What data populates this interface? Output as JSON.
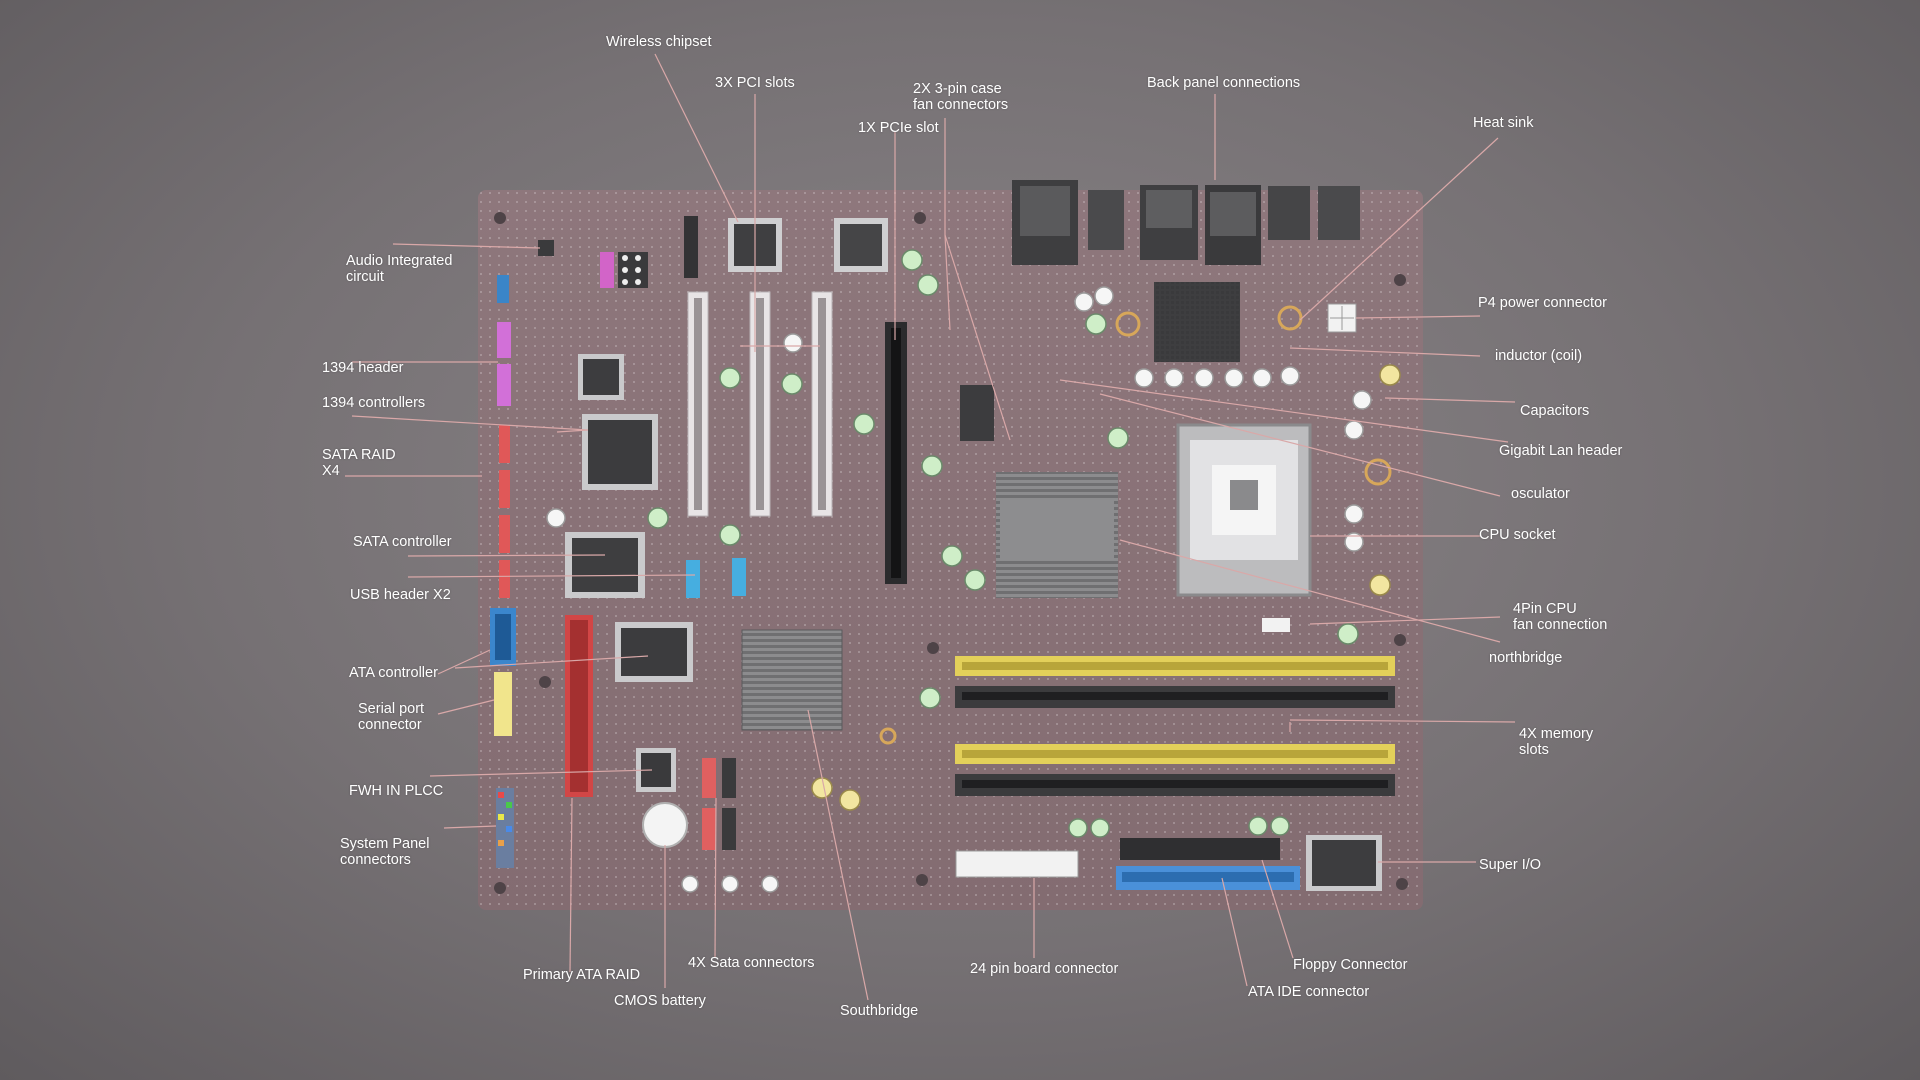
{
  "colors": {
    "background": "#767174",
    "board": "#8a7378",
    "leader_line": "#d9a8a8",
    "label_text": "#ffffff",
    "memory_slot_yellow": "#e3d05a",
    "memory_slot_black": "#3b3b3d",
    "capacitor_green": "#c8f0c0",
    "sata_red": "#e06060",
    "ide_blue": "#4a90d9",
    "primary_ata_red": "#d24a4a"
  },
  "labels": {
    "wireless_chipset": "Wireless chipset",
    "pci_slots": "3X PCI slots",
    "case_fan": "2X   3-pin case\nfan connectors",
    "pcie_slot": "1X PCIe slot",
    "back_panel": "Back panel connections",
    "heat_sink": "Heat sink",
    "audio_ic": "Audio Integrated\ncircuit",
    "p4_power": "P4 power connector",
    "inductor": "inductor (coil)",
    "header_1394": "1394 header",
    "capacitors": "Capacitors",
    "controllers_1394": "1394 controllers",
    "gigabit_lan": "Gigabit Lan header",
    "sata_raid": "SATA RAID\nX4",
    "osculator": "osculator",
    "cpu_socket": "CPU socket",
    "sata_controller": "SATA controller",
    "usb_header": "USB header X2",
    "cpu_fan": "4Pin  CPU\nfan connection",
    "northbridge": "northbridge",
    "ata_controller": "ATA controller",
    "serial_port": "Serial port\nconnector",
    "memory_slots": "4X  memory\nslots",
    "fwh": "FWH IN PLCC",
    "system_panel": "System Panel\nconnectors",
    "super_io": "Super I/O",
    "primary_ata_raid": "Primary ATA RAID",
    "sata_connectors": "4X Sata connectors",
    "board_connector": "24 pin board connector",
    "floppy": "Floppy Connector",
    "cmos_battery": "CMOS battery",
    "ata_ide": "ATA IDE connector",
    "southbridge": "Southbridge"
  }
}
